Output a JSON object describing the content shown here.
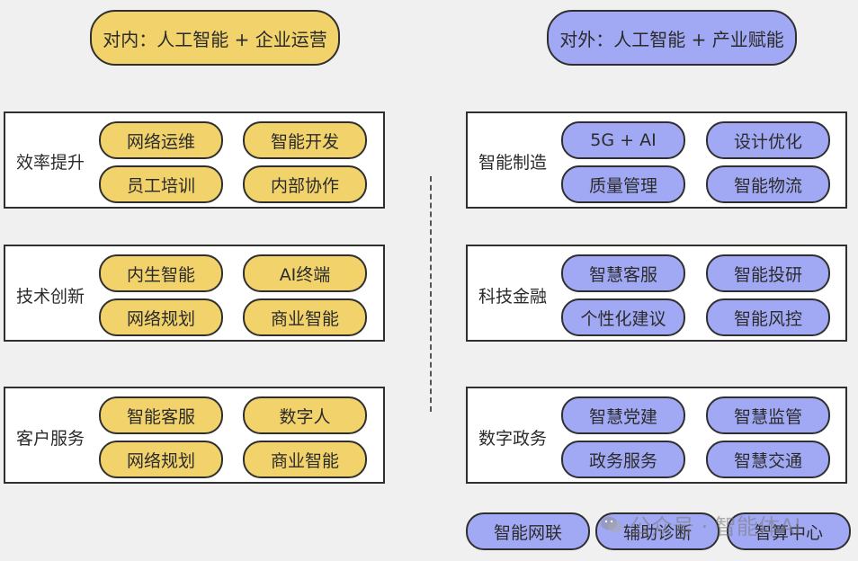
{
  "headers": {
    "internal": "对内：人工智能 + 企业运营",
    "external": "对外：人工智能 + 产业赋能"
  },
  "left_panels": [
    {
      "label": "效率提升",
      "items": [
        "网络运维",
        "智能开发",
        "员工培训",
        "内部协作"
      ]
    },
    {
      "label": "技术创新",
      "items": [
        "内生智能",
        "AI终端",
        "网络规划",
        "商业智能"
      ]
    },
    {
      "label": "客户服务",
      "items": [
        "智能客服",
        "数字人",
        "网络规划",
        "商业智能"
      ]
    }
  ],
  "right_panels": [
    {
      "label": "智能制造",
      "items": [
        "5G + AI",
        "设计优化",
        "质量管理",
        "智能物流"
      ]
    },
    {
      "label": "科技金融",
      "items": [
        "智慧客服",
        "智能投研",
        "个性化建议",
        "智能风控"
      ]
    },
    {
      "label": "数字政务",
      "items": [
        "智慧党建",
        "智慧监管",
        "政务服务",
        "智慧交通"
      ]
    }
  ],
  "bottom_items": [
    "智能网联",
    "辅助诊断",
    "智算中心"
  ],
  "watermark": "公众号 · 智能体AI",
  "colors": {
    "yellow": "#f1d26b",
    "blue": "#a2a9f4",
    "border": "#2f2f2f",
    "background": "#f0f0f0"
  }
}
